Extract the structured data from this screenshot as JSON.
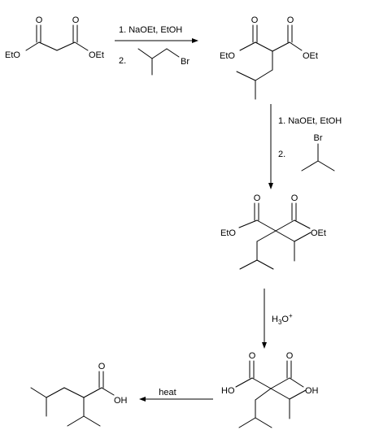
{
  "labels": {
    "eto": "EtO",
    "oet": "OEt",
    "o": "O",
    "br": "Br",
    "ho": "HO",
    "oh": "OH"
  },
  "steps": {
    "step1": {
      "line1": "1. NaOEt, EtOH",
      "line2": "2."
    },
    "step2": {
      "line1": "1. NaOEt, EtOH",
      "line2": "2."
    },
    "step3": {
      "h": "H",
      "sub": "3",
      "o": "O",
      "sup": "+"
    },
    "step4": "heat"
  }
}
